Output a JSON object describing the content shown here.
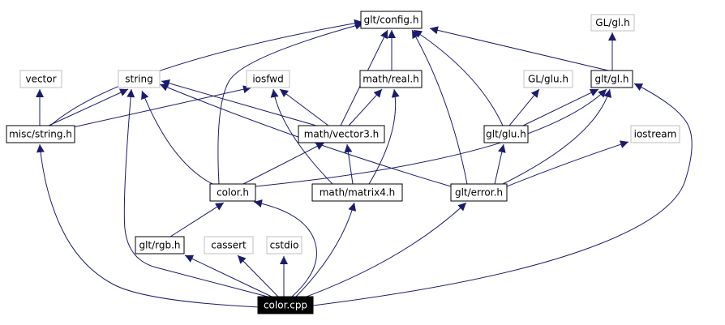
{
  "colors": {
    "edge": "#1b1b6e",
    "node_border": "#000000",
    "external_border": "#bfbfbf",
    "root_fill": "#000000",
    "root_text": "#ffffff"
  },
  "nodes": [
    {
      "id": "glt_config",
      "label": "glt/config.h",
      "kind": "header"
    },
    {
      "id": "gl_gl_ext",
      "label": "GL/gl.h",
      "kind": "external"
    },
    {
      "id": "vector",
      "label": "vector",
      "kind": "external"
    },
    {
      "id": "string",
      "label": "string",
      "kind": "external"
    },
    {
      "id": "iosfwd",
      "label": "iosfwd",
      "kind": "external"
    },
    {
      "id": "math_real",
      "label": "math/real.h",
      "kind": "header"
    },
    {
      "id": "gl_glu_ext",
      "label": "GL/glu.h",
      "kind": "external"
    },
    {
      "id": "glt_gl",
      "label": "glt/gl.h",
      "kind": "header"
    },
    {
      "id": "misc_string",
      "label": "misc/string.h",
      "kind": "header"
    },
    {
      "id": "math_vector3",
      "label": "math/vector3.h",
      "kind": "header"
    },
    {
      "id": "glt_glu",
      "label": "glt/glu.h",
      "kind": "header"
    },
    {
      "id": "iostream",
      "label": "iostream",
      "kind": "external"
    },
    {
      "id": "color_h",
      "label": "color.h",
      "kind": "header"
    },
    {
      "id": "math_matrix4",
      "label": "math/matrix4.h",
      "kind": "header"
    },
    {
      "id": "glt_error",
      "label": "glt/error.h",
      "kind": "header"
    },
    {
      "id": "glt_rgb",
      "label": "glt/rgb.h",
      "kind": "header"
    },
    {
      "id": "cassert",
      "label": "cassert",
      "kind": "external"
    },
    {
      "id": "cstdio",
      "label": "cstdio",
      "kind": "external"
    },
    {
      "id": "color_cpp",
      "label": "color.cpp",
      "kind": "root"
    }
  ],
  "edges": [
    {
      "from": "color_cpp",
      "to": "misc_string"
    },
    {
      "from": "color_cpp",
      "to": "string"
    },
    {
      "from": "color_cpp",
      "to": "glt_rgb"
    },
    {
      "from": "color_cpp",
      "to": "cassert"
    },
    {
      "from": "color_cpp",
      "to": "cstdio"
    },
    {
      "from": "color_cpp",
      "to": "color_h"
    },
    {
      "from": "color_cpp",
      "to": "math_matrix4"
    },
    {
      "from": "color_cpp",
      "to": "glt_error"
    },
    {
      "from": "color_cpp",
      "to": "glt_gl"
    },
    {
      "from": "glt_rgb",
      "to": "color_h"
    },
    {
      "from": "color_h",
      "to": "glt_config"
    },
    {
      "from": "color_h",
      "to": "string"
    },
    {
      "from": "color_h",
      "to": "math_vector3"
    },
    {
      "from": "color_h",
      "to": "glt_gl"
    },
    {
      "from": "math_matrix4",
      "to": "math_vector3"
    },
    {
      "from": "math_matrix4",
      "to": "math_real"
    },
    {
      "from": "math_matrix4",
      "to": "iosfwd"
    },
    {
      "from": "glt_error",
      "to": "glt_config"
    },
    {
      "from": "glt_error",
      "to": "string"
    },
    {
      "from": "glt_error",
      "to": "glt_glu"
    },
    {
      "from": "glt_error",
      "to": "iostream"
    },
    {
      "from": "glt_error",
      "to": "glt_gl"
    },
    {
      "from": "misc_string",
      "to": "vector"
    },
    {
      "from": "misc_string",
      "to": "string"
    },
    {
      "from": "misc_string",
      "to": "iosfwd"
    },
    {
      "from": "misc_string",
      "to": "glt_config"
    },
    {
      "from": "math_vector3",
      "to": "glt_config"
    },
    {
      "from": "math_vector3",
      "to": "math_real"
    },
    {
      "from": "math_vector3",
      "to": "string"
    },
    {
      "from": "math_vector3",
      "to": "iosfwd"
    },
    {
      "from": "math_real",
      "to": "glt_config"
    },
    {
      "from": "glt_glu",
      "to": "glt_gl"
    },
    {
      "from": "glt_glu",
      "to": "gl_glu_ext"
    },
    {
      "from": "glt_glu",
      "to": "glt_config"
    },
    {
      "from": "glt_gl",
      "to": "glt_config"
    },
    {
      "from": "glt_gl",
      "to": "gl_gl_ext"
    }
  ]
}
